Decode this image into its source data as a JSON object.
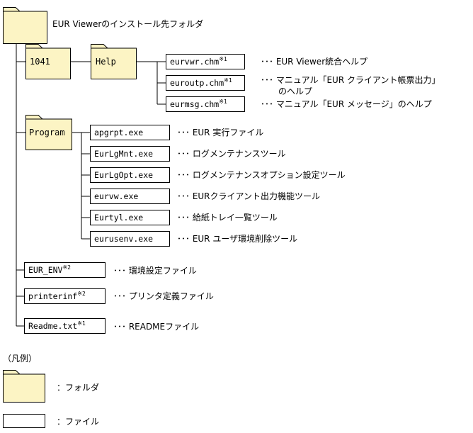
{
  "colors": {
    "folder_fill": "#FCF4C4",
    "line": "#000000"
  },
  "root": {
    "label": "EUR Viewerのインストール先フォルダ",
    "icon": "folder-icon"
  },
  "folders": {
    "f1041": {
      "label": "1041"
    },
    "help": {
      "label": "Help"
    },
    "program": {
      "label": "Program"
    }
  },
  "help_files": [
    {
      "name": "eurvwr.chm",
      "note": "※1",
      "desc": "･･･ EUR Viewer統合ヘルプ"
    },
    {
      "name": "euroutp.chm",
      "note": "※1",
      "desc": "･･･ マニュアル「EUR クライアント帳票出力」",
      "desc2": "のヘルプ"
    },
    {
      "name": "eurmsg.chm",
      "note": "※1",
      "desc": "･･･ マニュアル「EUR メッセージ」のヘルプ"
    }
  ],
  "program_files": [
    {
      "name": "apgrpt.exe",
      "desc": "･･･ EUR 実行ファイル"
    },
    {
      "name": "EurLgMnt.exe",
      "desc": "･･･ ログメンテナンスツール"
    },
    {
      "name": "EurLgOpt.exe",
      "desc": "･･･ ログメンテナンスオプション設定ツール"
    },
    {
      "name": "eurvw.exe",
      "desc": "･･･ EURクライアント出力機能ツール"
    },
    {
      "name": "Eurtyl.exe",
      "desc": "･･･ 給紙トレイ一覧ツール"
    },
    {
      "name": "eurusenv.exe",
      "desc": "･･･ EUR ユーザ環境削除ツール"
    }
  ],
  "root_files": [
    {
      "name": "EUR_ENV",
      "note": "※2",
      "desc": "･･･ 環境設定ファイル"
    },
    {
      "name": "printerinf",
      "note": "※2",
      "desc": "･･･ プリンタ定義ファイル"
    },
    {
      "name": "Readme.txt",
      "note": "※1",
      "desc": "･･･ READMEファイル"
    }
  ],
  "legend": {
    "title": "（凡例）",
    "folder_label": "：フォルダ",
    "file_label": "：ファイル"
  }
}
